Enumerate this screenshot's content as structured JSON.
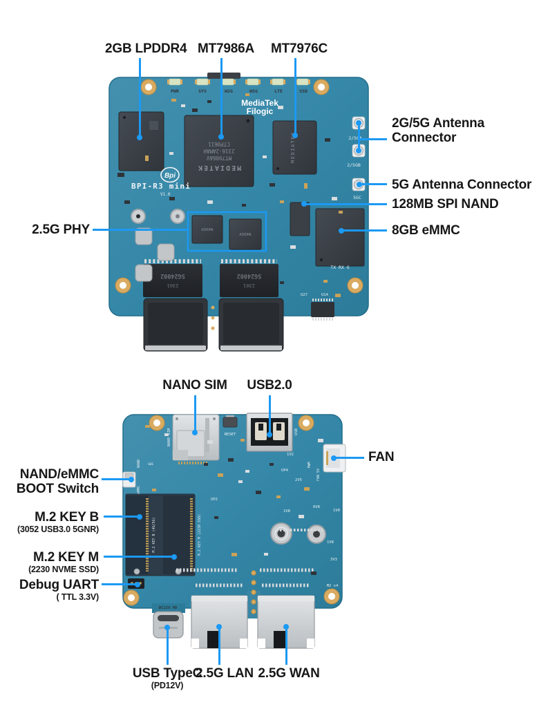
{
  "image_type": "annotated hardware diagram, Banana Pi BPI-R3 mini router board, top and bottom views",
  "colors": {
    "background": "#ffffff",
    "callout_blue": "#1b99f4",
    "label_text": "#171717",
    "pcb_teal": "#3587a8",
    "pcb_teal_dark": "#2a7794",
    "chip_dark": "#383d44",
    "gold_pad": "#d9ab61",
    "metal_silver": "#ccd0d3",
    "m2_slate": "#2e3b48"
  },
  "board_top": {
    "callouts": {
      "lpddr4": "2GB LPDDR4",
      "soc": "MT7986A",
      "wifi": "MT7976C",
      "antenna_2g5g": "2G/5G Antenna Connector",
      "antenna_5g": "5G Antenna Connector",
      "spi_nand": "128MB SPI NAND",
      "emmc": "8GB eMMC",
      "phy": "2.5G PHY"
    },
    "silkscreen": {
      "leds": [
        "PWR",
        "SYS",
        "W2G",
        "W5G",
        "LTE",
        "SSD"
      ],
      "brand_line1": "MediaTek",
      "brand_line2": "Filogic",
      "bpi_logo": "Bpi",
      "board_name": "BPI-R3 mini",
      "version": "V1.0",
      "antenna_a": "2/5GA",
      "antenna_b": "2/5GB",
      "antenna_c": "5GC",
      "tx_rx_g": "TX RX G",
      "u27": "U27",
      "u14": "U14"
    },
    "chip_markings": {
      "soc_brand": "MEDIATEK",
      "soc_part": "MT7986AV",
      "soc_lot": "2316-2AMAH",
      "soc_code": "CTP0611",
      "wifi_brand": "MEDIATEK",
      "phy_brand": "AIROHA",
      "transformer_part": "SG24002",
      "transformer_date": "2301"
    }
  },
  "board_bottom": {
    "callouts": {
      "nano_sim": "NANO SIM",
      "usb20": "USB2.0",
      "fan": "FAN",
      "boot_switch": "NAND/eMMC BOOT Switch",
      "m2_key_b": "M.2 KEY B",
      "m2_key_b_sub": "(3052 USB3.0 5GNR)",
      "m2_key_m": "M.2 KEY M",
      "m2_key_m_sub": "(2230 NVME SSD)",
      "debug_uart": "Debug UART",
      "debug_uart_sub": "( TTL 3.3V)",
      "usb_typec": "USB TypeC",
      "usb_typec_sub": "(PD12V)",
      "lan": "2.5G LAN",
      "wan": "2.5G WAN"
    },
    "silkscreen": {
      "nano_sim": "NANO SIM",
      "reset": "RESET",
      "usb": "USB",
      "nand": "NAND",
      "emmc": "eMMC",
      "sw1": "SW1",
      "pwm": "PWM",
      "fan_5v": "FAN 5V",
      "dc12v_pd": "DC12V PD",
      "m2_key_b": "M.2 KEY B (4G/5G)",
      "m2_key_m": "M.2 KEY M (2230 SSD)",
      "m2_x4": "M2 x4",
      "up2": "UP2",
      "up4": "UP4",
      "v_1v2": "1V2",
      "v_2v5": "2V5",
      "v_0v8": "0V8",
      "v_1v0": "1V0",
      "v_1v8": "1V8",
      "v_3v3": "3V3"
    }
  }
}
